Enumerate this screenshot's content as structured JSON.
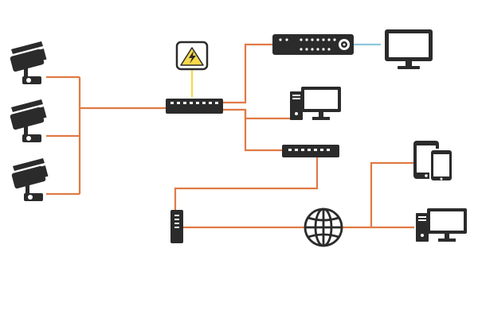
{
  "colors": {
    "background": "#ffffff",
    "device": "#2b2b2b",
    "ethernet_cable": "#e07a45",
    "power_cable": "#f2dc3a",
    "video_cable": "#8ec7dc",
    "power_badge": "#f6d94a"
  },
  "devices": [
    {
      "id": "camera-1",
      "icon": "cctv-camera-icon"
    },
    {
      "id": "camera-2",
      "icon": "cctv-camera-icon"
    },
    {
      "id": "camera-3",
      "icon": "cctv-camera-icon"
    },
    {
      "id": "power-supply",
      "icon": "lightning-icon"
    },
    {
      "id": "poe-switch",
      "icon": "network-switch-icon"
    },
    {
      "id": "nvr-recorder",
      "icon": "nvr-icon"
    },
    {
      "id": "monitor",
      "icon": "monitor-icon"
    },
    {
      "id": "desktop-pc-1",
      "icon": "desktop-computer-icon"
    },
    {
      "id": "network-switch-2",
      "icon": "network-switch-icon"
    },
    {
      "id": "modem",
      "icon": "modem-icon"
    },
    {
      "id": "internet",
      "icon": "globe-icon"
    },
    {
      "id": "mobile-devices",
      "icon": "tablet-phone-icon"
    },
    {
      "id": "desktop-pc-2",
      "icon": "desktop-computer-icon"
    }
  ]
}
